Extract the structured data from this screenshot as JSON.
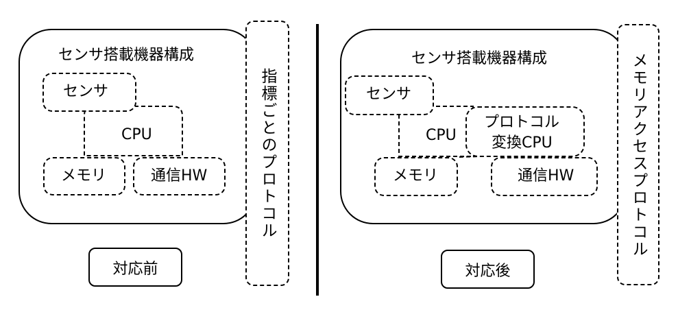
{
  "left": {
    "device_title": "センサ搭載機器構成",
    "sensor": "センサ",
    "cpu": "CPU",
    "memory": "メモリ",
    "comm": "通信HW",
    "protocol_vertical": "指標ごとのプロトコル",
    "status": "対応前"
  },
  "right": {
    "device_title": "センサ搭載機器構成",
    "sensor": "センサ",
    "cpu": "CPU",
    "converter_line1": "プロトコル",
    "converter_line2": "変換CPU",
    "memory": "メモリ",
    "comm": "通信HW",
    "protocol_vertical": "メモリアクセスプロトコル",
    "status": "対応後"
  }
}
